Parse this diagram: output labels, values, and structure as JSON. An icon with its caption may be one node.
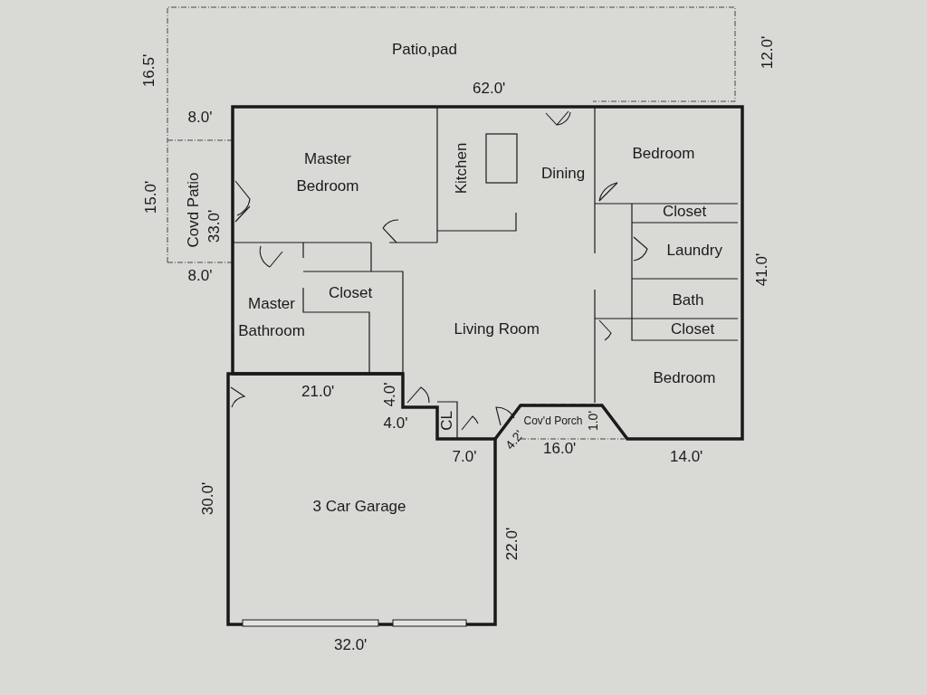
{
  "diagram": {
    "nodes": [
      {
        "text": [
          "Patio,pad"
        ]
      },
      {
        "text": [
          "Covd Patio"
        ]
      },
      {
        "text": [
          "Master Bedroom"
        ]
      },
      {
        "text": [
          "Kitchen"
        ]
      },
      {
        "text": [
          "Dining"
        ]
      },
      {
        "text": [
          "Bedroom"
        ]
      },
      {
        "text": [
          "Closet"
        ]
      },
      {
        "text": [
          "Laundry"
        ]
      },
      {
        "text": [
          "Master Bathroom"
        ]
      },
      {
        "text": [
          "Closet"
        ]
      },
      {
        "text": [
          "Bath"
        ]
      },
      {
        "text": [
          "Closet"
        ]
      },
      {
        "text": [
          "Living Room"
        ]
      },
      {
        "text": [
          "Bedroom"
        ]
      },
      {
        "text": [
          "CL"
        ]
      },
      {
        "text": [
          "Cov'd Porch"
        ]
      },
      {
        "text": [
          "3 Car Garage"
        ]
      }
    ],
    "edges": [],
    "labels": [
      "16.5'",
      "12.0'",
      "62.0'",
      "8.0'",
      "15.0'",
      "33.0'",
      "8.0'",
      "41.0'",
      "21.0'",
      "4.0'",
      "4.0'",
      "4.2'",
      "1.0'",
      "7.0'",
      "16.0'",
      "14.0'",
      "30.0'",
      "22.0'",
      "32.0'"
    ]
  }
}
